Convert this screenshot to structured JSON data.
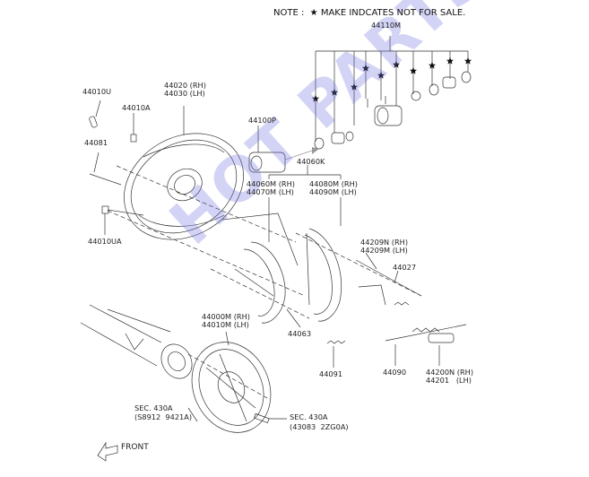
{
  "note": "NOTE :  ★ MAKE INDCATES NOT FOR SALE.",
  "watermark_text": "HOT PARTS",
  "labels": {
    "p44110M": "44110M",
    "p44010U": "44010U",
    "p44010A": "44010A",
    "p44020": "44020 (RH)",
    "p44030": "44030 (LH)",
    "p44081": "44081",
    "p44010UA": "44010UA",
    "p44100P": "44100P",
    "p44060K": "44060K",
    "p44060M": "44060M (RH)",
    "p44070M": "44070M (LH)",
    "p44080M": "44080M (RH)",
    "p44090M": "44090M (LH)",
    "p44209N": "44209N (RH)",
    "p44209M": "44209M (LH)",
    "p44027": "44027",
    "p44000M": "44000M (RH)",
    "p44010M": "44010M (LH)",
    "p44063": "44063",
    "p44091": "44091",
    "p44090": "44090",
    "p44200N": "44200N (RH)",
    "p44201": "44201   (LH)",
    "sec1a": "SEC. 430A",
    "sec1b": "(S8912  9421A)",
    "sec2a": "SEC. 430A",
    "sec2b": "(43083  2ZG0A)",
    "front": "FRONT"
  }
}
